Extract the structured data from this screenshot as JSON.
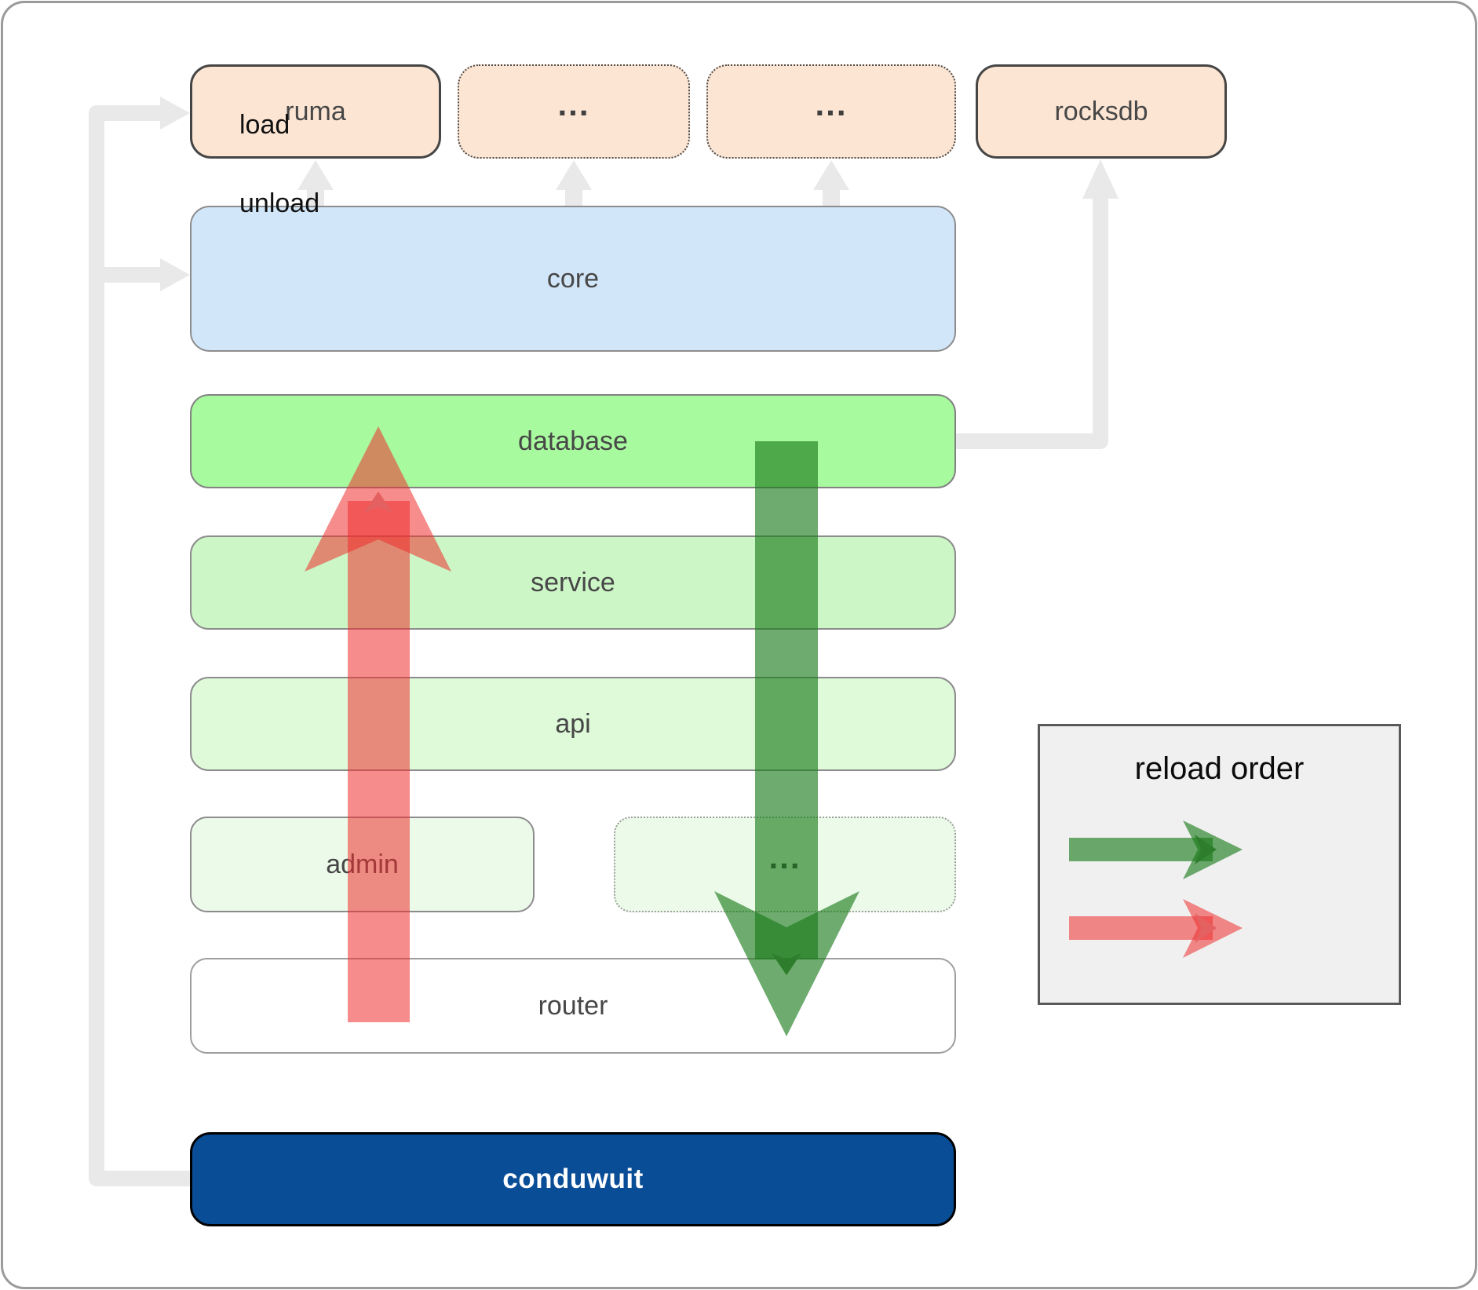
{
  "diagram": {
    "nodes": {
      "ruma": "ruma",
      "ellipsis1": "...",
      "ellipsis2": "...",
      "rocksdb": "rocksdb",
      "core": "core",
      "database": "database",
      "service": "service",
      "api": "api",
      "admin": "admin",
      "ellipsis3": "...",
      "router": "router",
      "conduwuit": "conduwuit"
    },
    "legend": {
      "title": "reload order",
      "items": [
        {
          "label": "load",
          "color": "#1a7a1a"
        },
        {
          "label": "unload",
          "color": "#ee2e2e"
        }
      ]
    },
    "colors": {
      "top_row_fill": "#fce5d3",
      "core_fill": "#d2e6fa",
      "database_fill": "#a8fa9e",
      "service_fill": "#cdf6c6",
      "api_fill": "#defad9",
      "admin_fill": "#ecfbe9",
      "router_fill": "#ffffff",
      "conduwuit_fill": "#094d96",
      "load_arrow": "#1a7a1a",
      "unload_arrow": "#ee2e2e",
      "connector_gray": "#e9e9e9",
      "legend_bg": "#f0f0f0"
    }
  }
}
